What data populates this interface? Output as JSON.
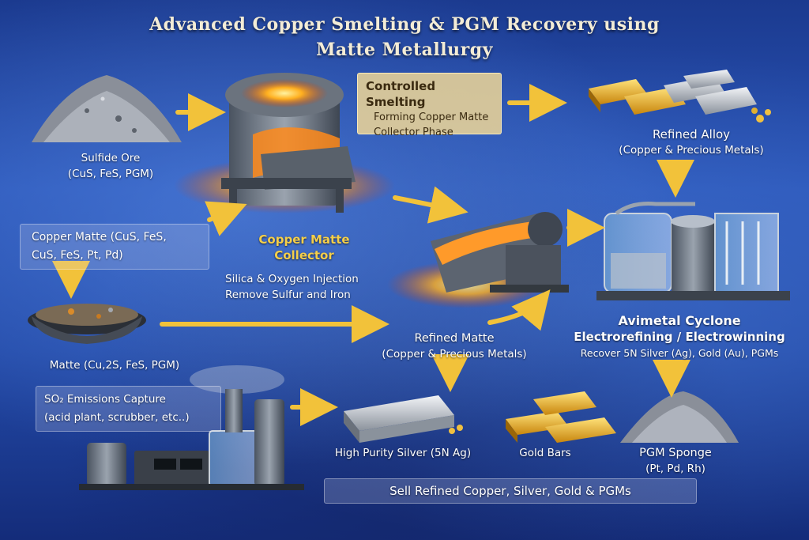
{
  "title": {
    "line1": "Advanced Copper Smelting & PGM Recovery using",
    "line2": "Matte Metallurgy"
  },
  "nodes": {
    "sulfide_ore": {
      "name": "Sulfide Ore",
      "formula": "(CuS, FeS, PGM)"
    },
    "controlled_smelting": {
      "title": "Controlled Smelting",
      "line1": "Forming Copper Matte",
      "line2": "Collector Phase"
    },
    "refined_alloy": {
      "name": "Refined Alloy",
      "desc": "(Copper & Precious Metals)"
    },
    "copper_matte_box": {
      "line1": "Copper Matte (CuS, FeS,",
      "line2": "CuS, FeS, Pt, Pd)"
    },
    "copper_matte_collector": {
      "line1": "Copper Matte",
      "line2": "Collector",
      "step1": "Silica & Oxygen Injection",
      "step2": "Remove Sulfur and Iron"
    },
    "matte": {
      "name": "Matte (Cu,2S, FeS, PGM)"
    },
    "refined_matte": {
      "name": "Refined Matte",
      "desc": "(Copper & Precious Metals)"
    },
    "avimetal": {
      "title": "Avimetal Cyclone",
      "subtitle": "Electrorefining / Electrowinning",
      "desc": "Recover 5N Silver (Ag), Gold (Au), PGMs"
    },
    "so2_capture": {
      "line1": "SO₂ Emissions Capture",
      "line2": "(acid plant, scrubber, etc..)"
    },
    "silver": {
      "name": "High Purity Silver (5N Ag)"
    },
    "gold_bars": {
      "name": "Gold Bars"
    },
    "pgm_sponge": {
      "name": "PGM Sponge",
      "desc": "(Pt, Pd, Rh)"
    },
    "sell": {
      "text": "Sell Refined Copper, Silver, Gold & PGMs"
    }
  },
  "colors": {
    "arrow": "#f2c23a",
    "accent_gold": "#f5cf4a",
    "background": "#2a55b8",
    "molten": "#ff8a1a"
  }
}
